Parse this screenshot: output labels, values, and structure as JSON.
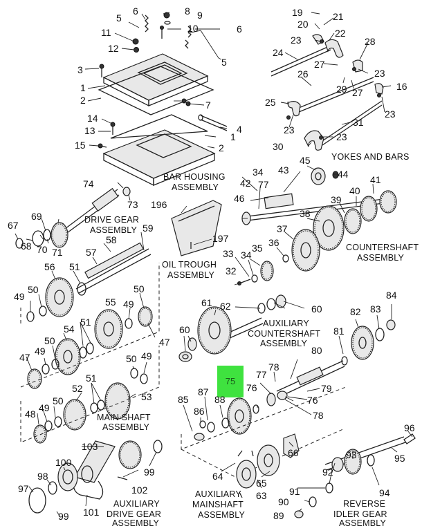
{
  "highlight": {
    "label": "75",
    "color": "#3fe23f"
  },
  "callouts": {
    "c1a": "1",
    "c1b": "1",
    "c2a": "2",
    "c2b": "2",
    "c3": "3",
    "c4": "4",
    "c5a": "5",
    "c5b": "5",
    "c6a": "6",
    "c6b": "6",
    "c7": "7",
    "c8": "8",
    "c9": "9",
    "c10": "10",
    "c11": "11",
    "c12": "12",
    "c13": "13",
    "c14": "14",
    "c15": "15",
    "c16": "16",
    "c19": "19",
    "c20": "20",
    "c21": "21",
    "c22": "22",
    "c23a": "23",
    "c23b": "23",
    "c23c": "23",
    "c23d": "23",
    "c23e": "23",
    "c24": "24",
    "c25": "25",
    "c26": "26",
    "c27a": "27",
    "c27b": "27",
    "c28": "28",
    "c29": "29",
    "c30": "30",
    "c31": "31",
    "c32": "32",
    "c33": "33",
    "c34a": "34",
    "c34b": "34",
    "c35": "35",
    "c36": "36",
    "c37": "37",
    "c38": "38",
    "c39": "39",
    "c40": "40",
    "c41": "41",
    "c42": "42",
    "c43": "43",
    "c44": "44",
    "c45": "45",
    "c46": "46",
    "c47a": "47",
    "c47b": "47",
    "c48": "48",
    "c49a": "49",
    "c49b": "49",
    "c49c": "49",
    "c49d": "49",
    "c49e": "49",
    "c50a": "50",
    "c50b": "50",
    "c50c": "50",
    "c50d": "50",
    "c50e": "50",
    "c51a": "51",
    "c51b": "51",
    "c51c": "51",
    "c52": "52",
    "c53": "53",
    "c54": "54",
    "c55": "55",
    "c56": "56",
    "c57": "57",
    "c58": "58",
    "c59": "59",
    "c60a": "60",
    "c60b": "60",
    "c61": "61",
    "c62": "62",
    "c63": "63",
    "c64": "64",
    "c65": "65",
    "c66": "66",
    "c67": "67",
    "c68": "68",
    "c69": "69",
    "c70": "70",
    "c71": "71",
    "c73": "73",
    "c74": "74",
    "c76a": "76",
    "c76b": "76",
    "c77": "77",
    "c78a": "78",
    "c78b": "78",
    "c79": "79",
    "c80": "80",
    "c81": "81",
    "c82": "82",
    "c83": "83",
    "c84": "84",
    "c85": "85",
    "c86": "86",
    "c87": "87",
    "c88": "88",
    "c89": "89",
    "c90": "90",
    "c91": "91",
    "c92": "92",
    "c93": "93",
    "c94": "94",
    "c95": "95",
    "c96": "96",
    "c97": "97",
    "c98": "98",
    "c99a": "99",
    "c99b": "99",
    "c100": "100",
    "c101": "101",
    "c102": "102",
    "c103": "103",
    "c196": "196",
    "c197": "197"
  },
  "labels": {
    "bar_housing_1": "BAR HOUSING",
    "bar_housing_2": "ASSEMBLY",
    "yokes_bars": "YOKES AND BARS",
    "drive_gear_1": "DRIVE GEAR",
    "drive_gear_2": "ASSEMBLY",
    "oil_trough_1": "OIL TROUGH",
    "oil_trough_2": "ASSEMBLY",
    "countershaft_1": "COUNTERSHAFT",
    "countershaft_2": "ASSEMBLY",
    "aux_countershaft_1": "AUXILIARY",
    "aux_countershaft_2": "COUNTERSHAFT",
    "aux_countershaft_3": "ASSEMBLY",
    "main_shaft_1": "MAIN SHAFT",
    "main_shaft_2": "ASSEMBLY",
    "aux_mainshaft_1": "AUXILIARY",
    "aux_mainshaft_2": "MAINSHAFT",
    "aux_mainshaft_3": "ASSEMBLY",
    "aux_drive_gear_1": "AUXILIARY",
    "aux_drive_gear_2": "DRIVE GEAR",
    "aux_drive_gear_3": "ASSEMBLY",
    "reverse_idler_1": "REVERSE",
    "reverse_idler_2": "IDLER GEAR",
    "reverse_idler_3": "ASSEMBLY"
  }
}
